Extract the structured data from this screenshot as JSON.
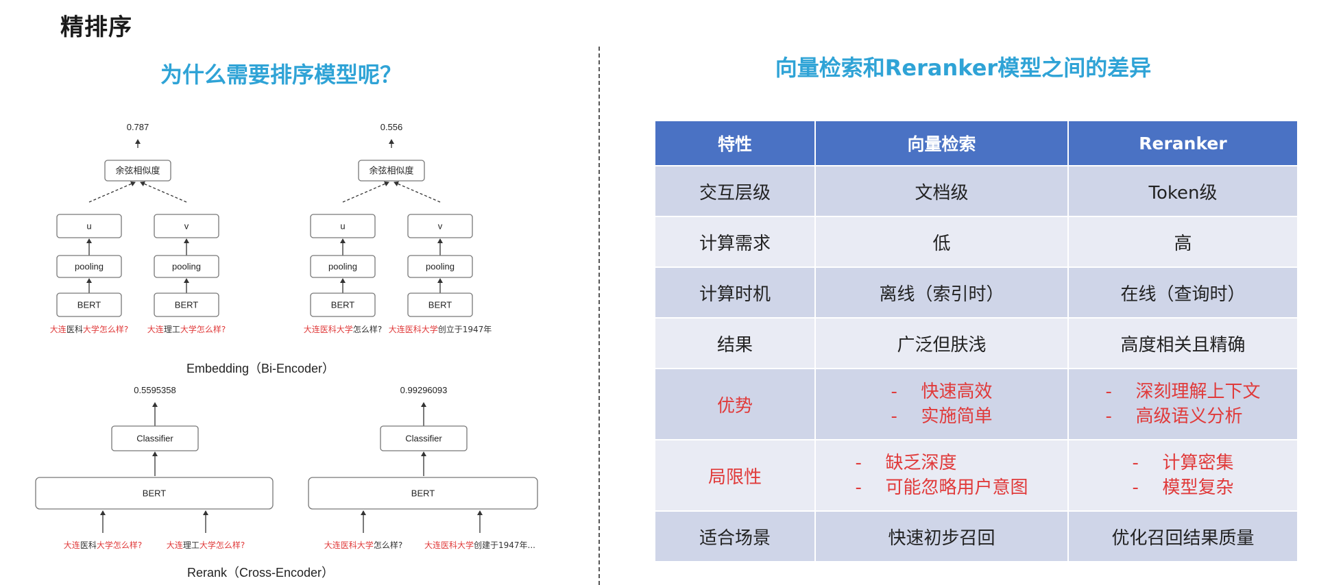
{
  "page_title": "精排序",
  "left_title": "为什么需要排序模型呢？",
  "right_title": "向量检索和Reranker模型之间的差异",
  "bi_encoder": {
    "caption": "Embedding（Bi-Encoder）",
    "examples": [
      {
        "score": "0.787",
        "similarity_label": "余弦相似度",
        "left": {
          "vec": "u",
          "pool": "pooling",
          "model": "BERT",
          "query": [
            {
              "t": "大连",
              "red": true
            },
            {
              "t": "医科",
              "red": false
            },
            {
              "t": "大学怎么样?",
              "red": true
            }
          ]
        },
        "right": {
          "vec": "v",
          "pool": "pooling",
          "model": "BERT",
          "query": [
            {
              "t": "大连",
              "red": true
            },
            {
              "t": "理工",
              "red": false
            },
            {
              "t": "大学怎么样?",
              "red": true
            }
          ]
        }
      },
      {
        "score": "0.556",
        "similarity_label": "余弦相似度",
        "left": {
          "vec": "u",
          "pool": "pooling",
          "model": "BERT",
          "query": [
            {
              "t": "大连医科大学",
              "red": true
            },
            {
              "t": "怎么样?",
              "red": false
            }
          ]
        },
        "right": {
          "vec": "v",
          "pool": "pooling",
          "model": "BERT",
          "query": [
            {
              "t": "大连医科大学",
              "red": true
            },
            {
              "t": "创立于1947年",
              "red": false
            }
          ]
        }
      }
    ]
  },
  "cross_encoder": {
    "caption": "Rerank（Cross-Encoder）",
    "examples": [
      {
        "score": "0.5595358",
        "classifier": "Classifier",
        "model": "BERT",
        "q1": [
          {
            "t": "大连",
            "red": true
          },
          {
            "t": "医科",
            "red": false
          },
          {
            "t": "大学怎么样?",
            "red": true
          }
        ],
        "q2": [
          {
            "t": "大连",
            "red": true
          },
          {
            "t": "理工",
            "red": false
          },
          {
            "t": "大学怎么样?",
            "red": true
          }
        ]
      },
      {
        "score": "0.99296093",
        "classifier": "Classifier",
        "model": "BERT",
        "q1": [
          {
            "t": "大连医科大学",
            "red": true
          },
          {
            "t": "怎么样?",
            "red": false
          }
        ],
        "q2": [
          {
            "t": "大连医科大学",
            "red": true
          },
          {
            "t": "创建于1947年...",
            "red": false
          }
        ]
      }
    ]
  },
  "table": {
    "headers": [
      "特性",
      "向量检索",
      "Reranker"
    ],
    "rows": [
      {
        "feature": "交互层级",
        "feature_red": false,
        "a": [
          "文档级"
        ],
        "b": [
          "Token级"
        ]
      },
      {
        "feature": "计算需求",
        "feature_red": false,
        "a": [
          "低"
        ],
        "b": [
          "高"
        ]
      },
      {
        "feature": "计算时机",
        "feature_red": false,
        "a": [
          "离线（索引时）"
        ],
        "b": [
          "在线（查询时）"
        ]
      },
      {
        "feature": "结果",
        "feature_red": false,
        "a": [
          "广泛但肤浅"
        ],
        "b": [
          "高度相关且精确"
        ]
      },
      {
        "feature": "优势",
        "feature_red": true,
        "bullet": "-",
        "a": [
          "快速高效",
          "实施简单"
        ],
        "b": [
          "深刻理解上下文",
          "高级语义分析"
        ]
      },
      {
        "feature": "局限性",
        "feature_red": true,
        "bullet": "-",
        "a": [
          "缺乏深度",
          "可能忽略用户意图"
        ],
        "b": [
          "计算密集",
          "模型复杂"
        ]
      },
      {
        "feature": "适合场景",
        "feature_red": false,
        "a": [
          "快速初步召回"
        ],
        "b": [
          "优化召回结果质量"
        ]
      }
    ]
  },
  "colors": {
    "title_blue": "#2fa3d6",
    "header_blue": "#4a72c4",
    "row_dark": "#cfd5e8",
    "row_light": "#e9ebf4",
    "highlight_red": "#e03a3a"
  }
}
